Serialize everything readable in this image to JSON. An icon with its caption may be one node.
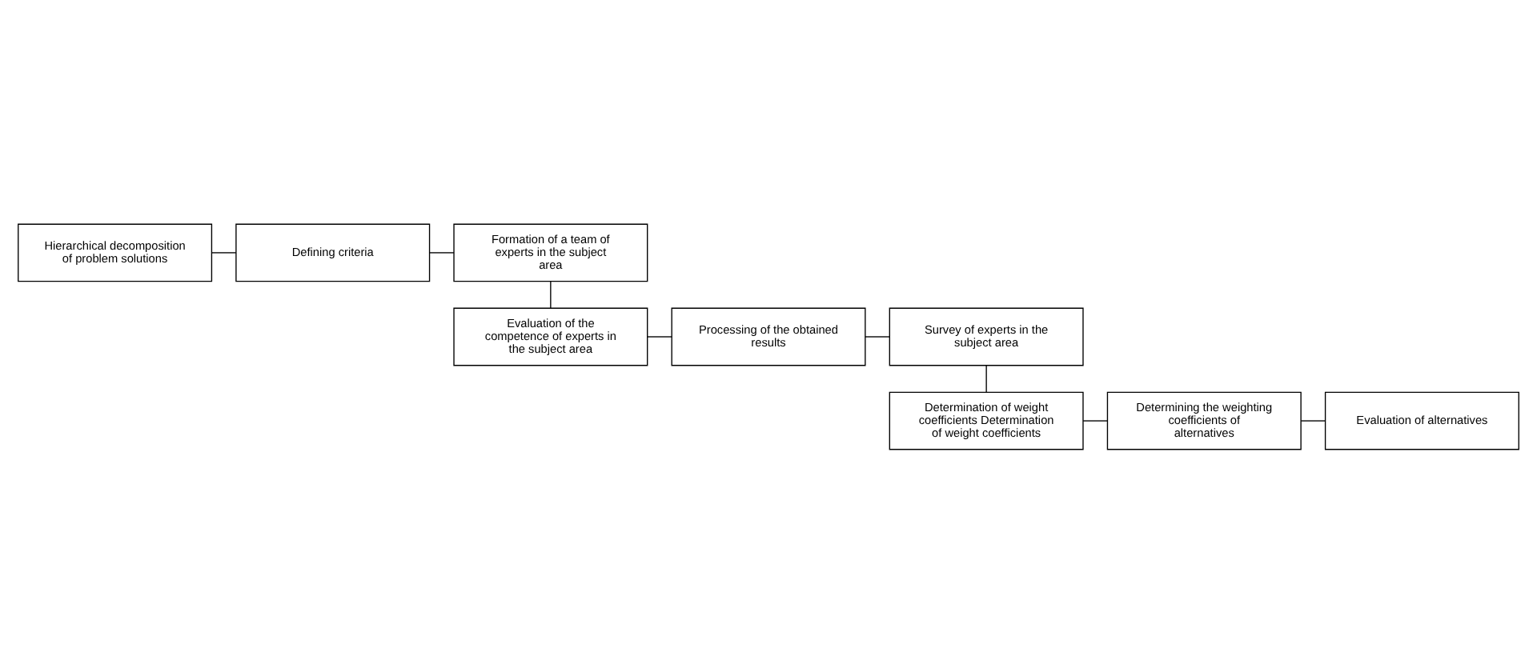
{
  "diagram": {
    "nodes": [
      {
        "text": [
          "Hierarchical decomposition of problem solutions"
        ]
      },
      {
        "text": [
          "Defining criteria"
        ]
      },
      {
        "text": [
          "Formation of a team of experts in the subject area"
        ]
      },
      {
        "text": [
          "Survey of experts in the subject area"
        ]
      },
      {
        "text": [
          "Processing of the obtained results"
        ]
      },
      {
        "text": [
          "Evaluation of the competence of experts in the subject area"
        ]
      },
      {
        "text": [
          "Determination of weight coefficients Determination of weight coefficients"
        ]
      },
      {
        "text": [
          "Determining the weighting coefficients of alternatives"
        ]
      },
      {
        "text": [
          "Evaluation of alternatives"
        ]
      }
    ],
    "edges": [
      {
        "from": 0,
        "to": 1,
        "arrow": "none"
      },
      {
        "from": 1,
        "to": 2,
        "arrow": "none"
      },
      {
        "from": 2,
        "to": 5,
        "arrow": "none"
      },
      {
        "from": 5,
        "to": 4,
        "arrow": "none"
      },
      {
        "from": 4,
        "to": 3,
        "arrow": "none"
      },
      {
        "from": 3,
        "to": 6,
        "arrow": "none"
      },
      {
        "from": 6,
        "to": 7,
        "arrow": "none"
      },
      {
        "from": 7,
        "to": 8,
        "arrow": "none"
      }
    ]
  }
}
